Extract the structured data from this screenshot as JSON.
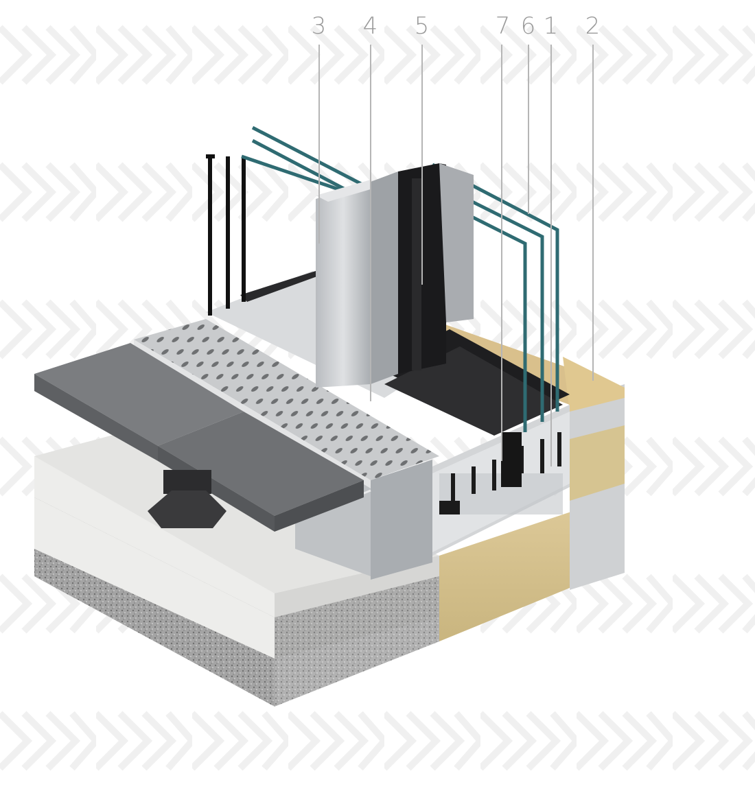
{
  "callouts": [
    {
      "id": "3",
      "label": "3"
    },
    {
      "id": "4",
      "label": "4"
    },
    {
      "id": "5",
      "label": "5"
    },
    {
      "id": "7",
      "label": "7"
    },
    {
      "id": "6",
      "label": "6"
    },
    {
      "id": "1",
      "label": "1"
    },
    {
      "id": "2",
      "label": "2"
    }
  ],
  "colors": {
    "background": "#ffffff",
    "pattern": "#f1f1f1",
    "label_text": "#9a9a9a",
    "leader_line": "#b5b5b5",
    "glass_edge": "#2f6b72",
    "frame_black": "#1c1c1e",
    "aluminium": "#c4c7ca",
    "concrete": "#e6e6e4",
    "aggregate": "#9a9a9a",
    "insulation": "#d9c796",
    "paving": "#6e7072"
  }
}
